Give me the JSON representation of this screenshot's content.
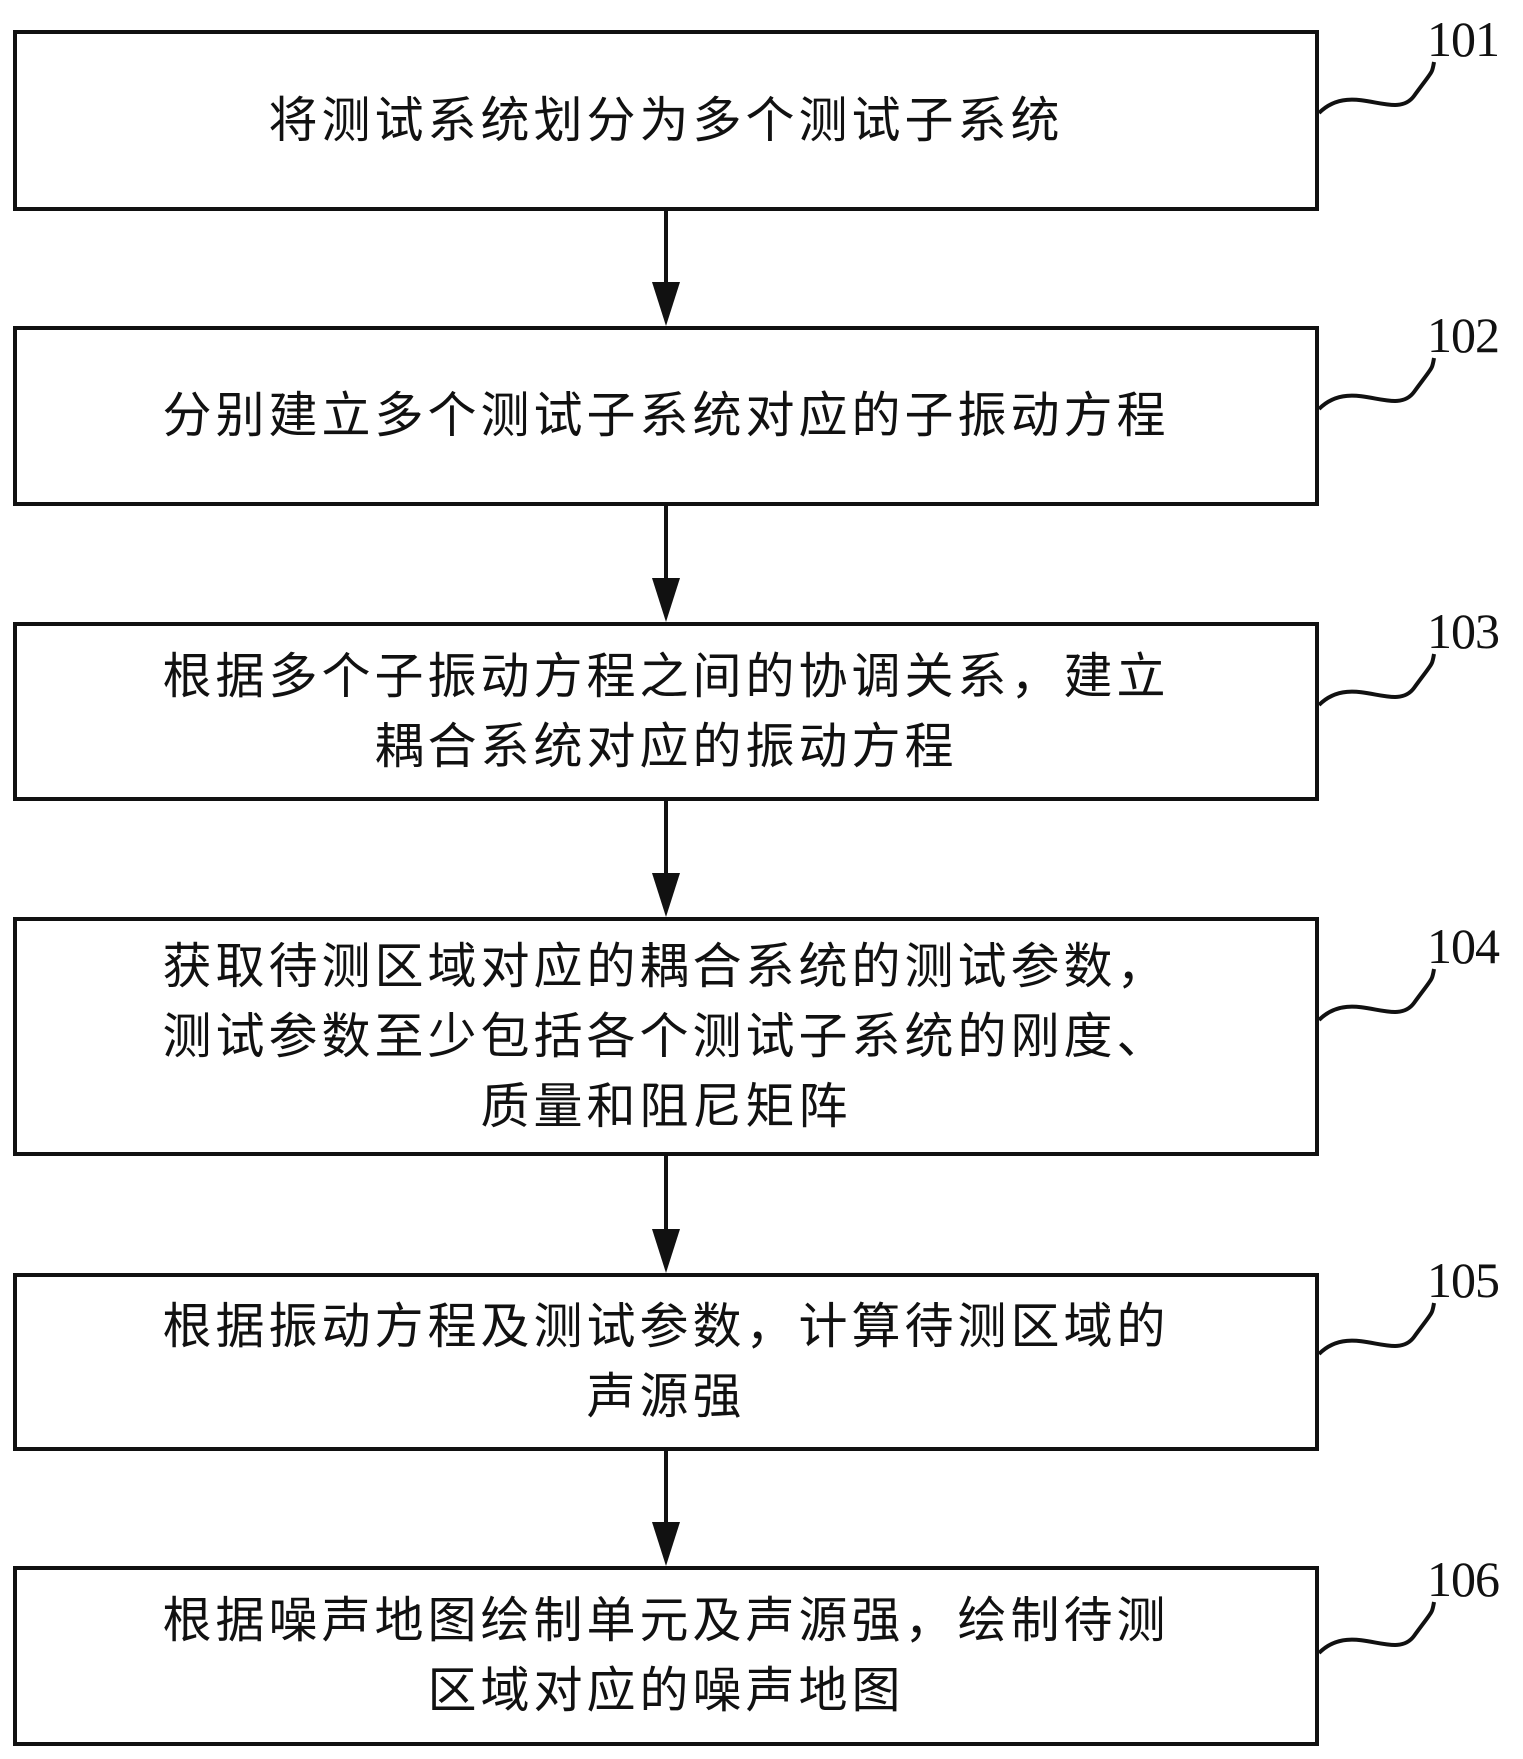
{
  "steps": [
    {
      "number": "101",
      "text": "将测试系统划分为多个测试子系统"
    },
    {
      "number": "102",
      "text": "分别建立多个测试子系统对应的子振动方程"
    },
    {
      "number": "103",
      "text": "根据多个子振动方程之间的协调关系，建立\n耦合系统对应的振动方程"
    },
    {
      "number": "104",
      "text": "获取待测区域对应的耦合系统的测试参数，\n测试参数至少包括各个测试子系统的刚度、\n质量和阻尼矩阵"
    },
    {
      "number": "105",
      "text": "根据振动方程及测试参数，计算待测区域的\n声源强"
    },
    {
      "number": "106",
      "text": "根据噪声地图绘制单元及声源强，绘制待测\n区域对应的噪声地图"
    }
  ],
  "colors": {
    "stroke": "#111111",
    "background": "#ffffff"
  }
}
